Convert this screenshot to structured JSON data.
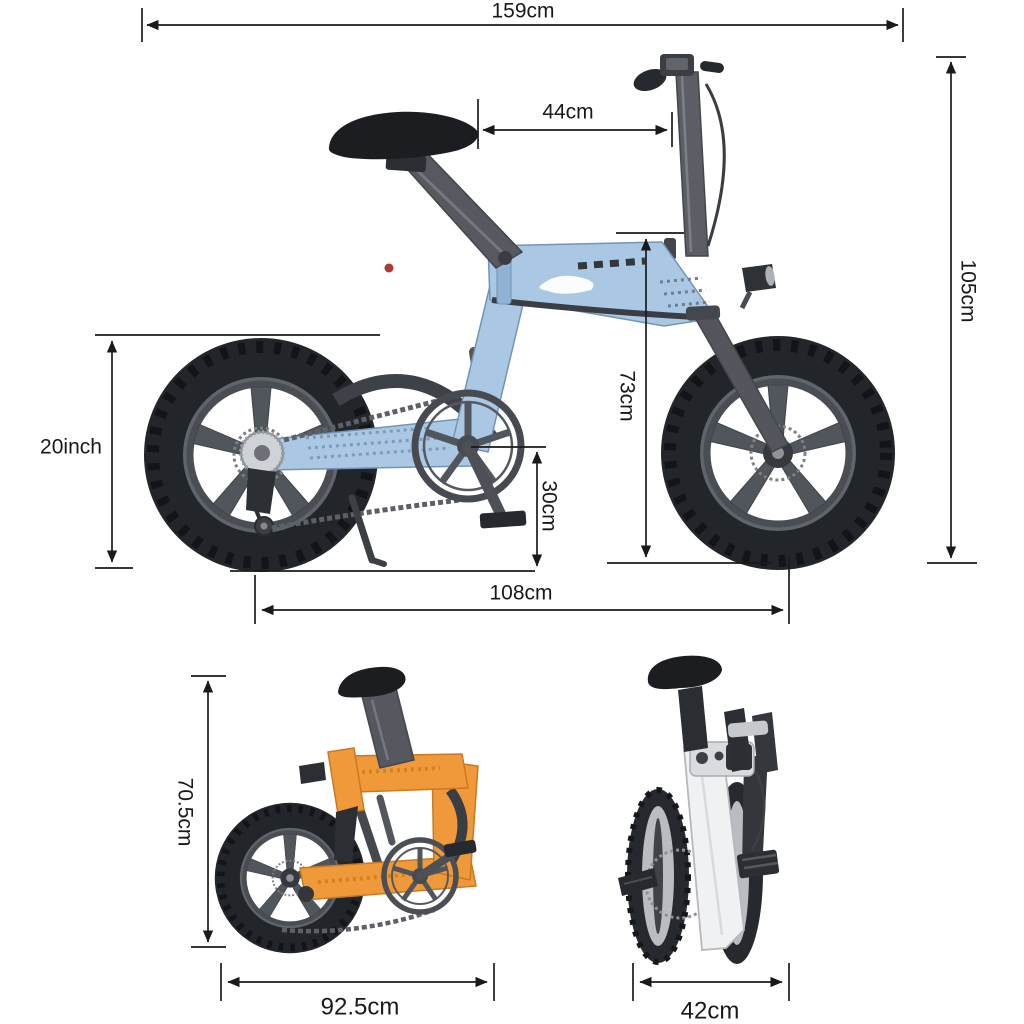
{
  "figure": {
    "type": "product-dimension-diagram",
    "subject": "folding electric bicycle",
    "views": [
      {
        "id": "side-unfolded",
        "description": "blue e-bike side view with overall dimensions"
      },
      {
        "id": "side-folded",
        "description": "orange e-bike folded, side view"
      },
      {
        "id": "front-folded",
        "description": "white e-bike folded, front view"
      }
    ]
  },
  "labels": {
    "total_length": "159cm",
    "seat_to_stem": "44cm",
    "overall_height": "105cm",
    "stem_height": "73cm",
    "crank_height": "30cm",
    "wheel_size": "20inch",
    "wheelbase": "108cm",
    "folded_height": "70.5cm",
    "folded_length": "92.5cm",
    "folded_width": "42cm"
  },
  "colors": {
    "dimension_line": "#1a1a1a",
    "frame_blue": "#aac8e4",
    "frame_orange": "#f0993b",
    "frame_white": "#f0f1f3",
    "part_gray": "#565a61",
    "part_black": "#202327",
    "tire_black": "#22252a"
  }
}
